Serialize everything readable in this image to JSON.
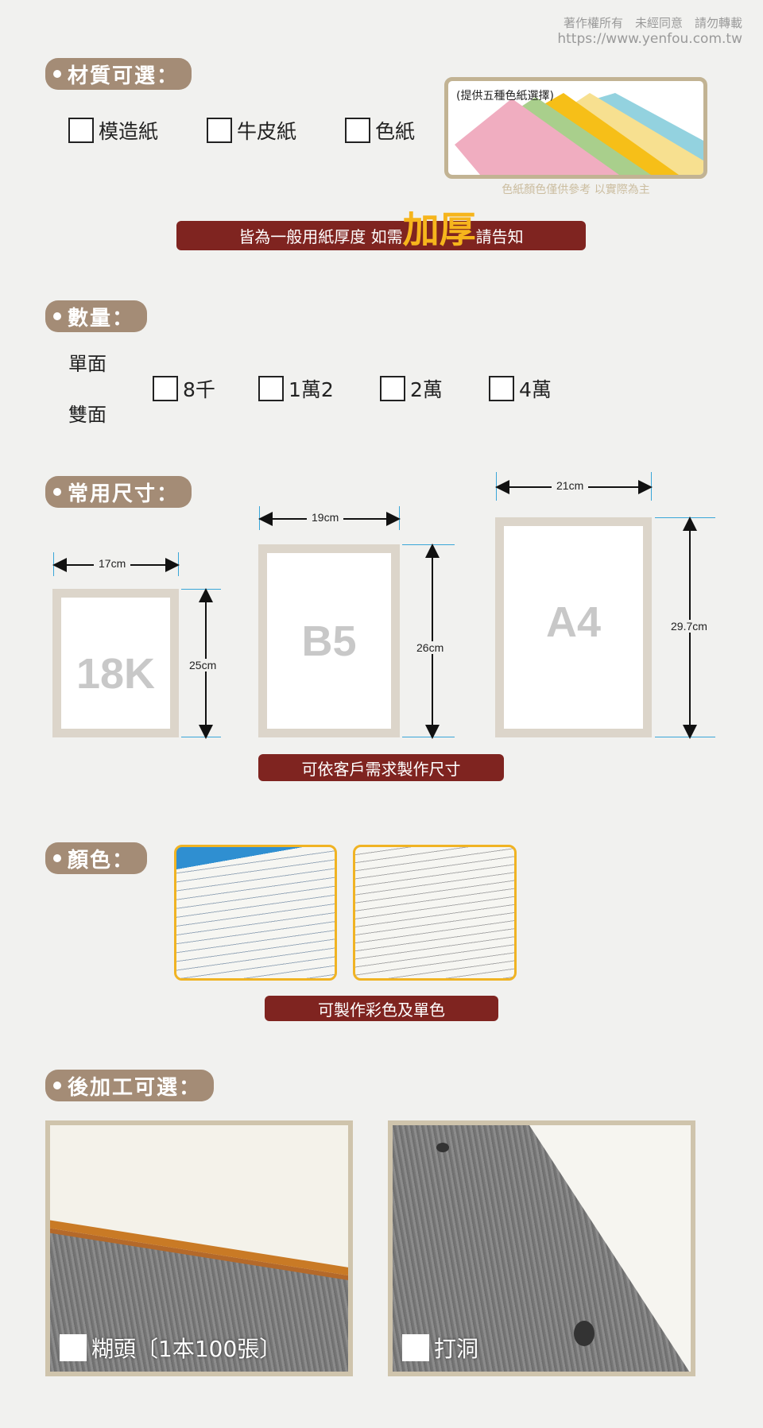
{
  "copyright": {
    "line1": "著作權所有　未經同意　請勿轉載",
    "line2": "https://www.yenfou.com.tw"
  },
  "material": {
    "title": "材質可選：",
    "options": [
      "模造紙",
      "牛皮紙",
      "色紙"
    ],
    "panel_caption": "(提供五種色紙選擇)",
    "panel_note": "色紙顏色僅供參考 以實際為主",
    "paper_colors": [
      "#f0adc0",
      "#a9cf8c",
      "#f6bf18",
      "#f7e090",
      "#93d2df"
    ]
  },
  "thickness_banner": {
    "pre": "皆為一般用紙厚度 如需",
    "emph": "加厚",
    "post": "請告知"
  },
  "quantity": {
    "title": "數量：",
    "sides": [
      "單面",
      "雙面"
    ],
    "options": [
      "8千",
      "1萬2",
      "2萬",
      "4萬"
    ]
  },
  "sizes": {
    "title": "常用尺寸：",
    "items": [
      {
        "name": "18K",
        "width": "17cm",
        "height": "25cm"
      },
      {
        "name": "B5",
        "width": "19cm",
        "height": "26cm"
      },
      {
        "name": "A4",
        "width": "21cm",
        "height": "29.7cm"
      }
    ],
    "banner": "可依客戶需求製作尺寸"
  },
  "color": {
    "title": "顏色：",
    "banner": "可製作彩色及單色"
  },
  "post": {
    "title": "後加工可選：",
    "items": [
      "糊頭〔1本100張〕",
      "打洞"
    ]
  }
}
